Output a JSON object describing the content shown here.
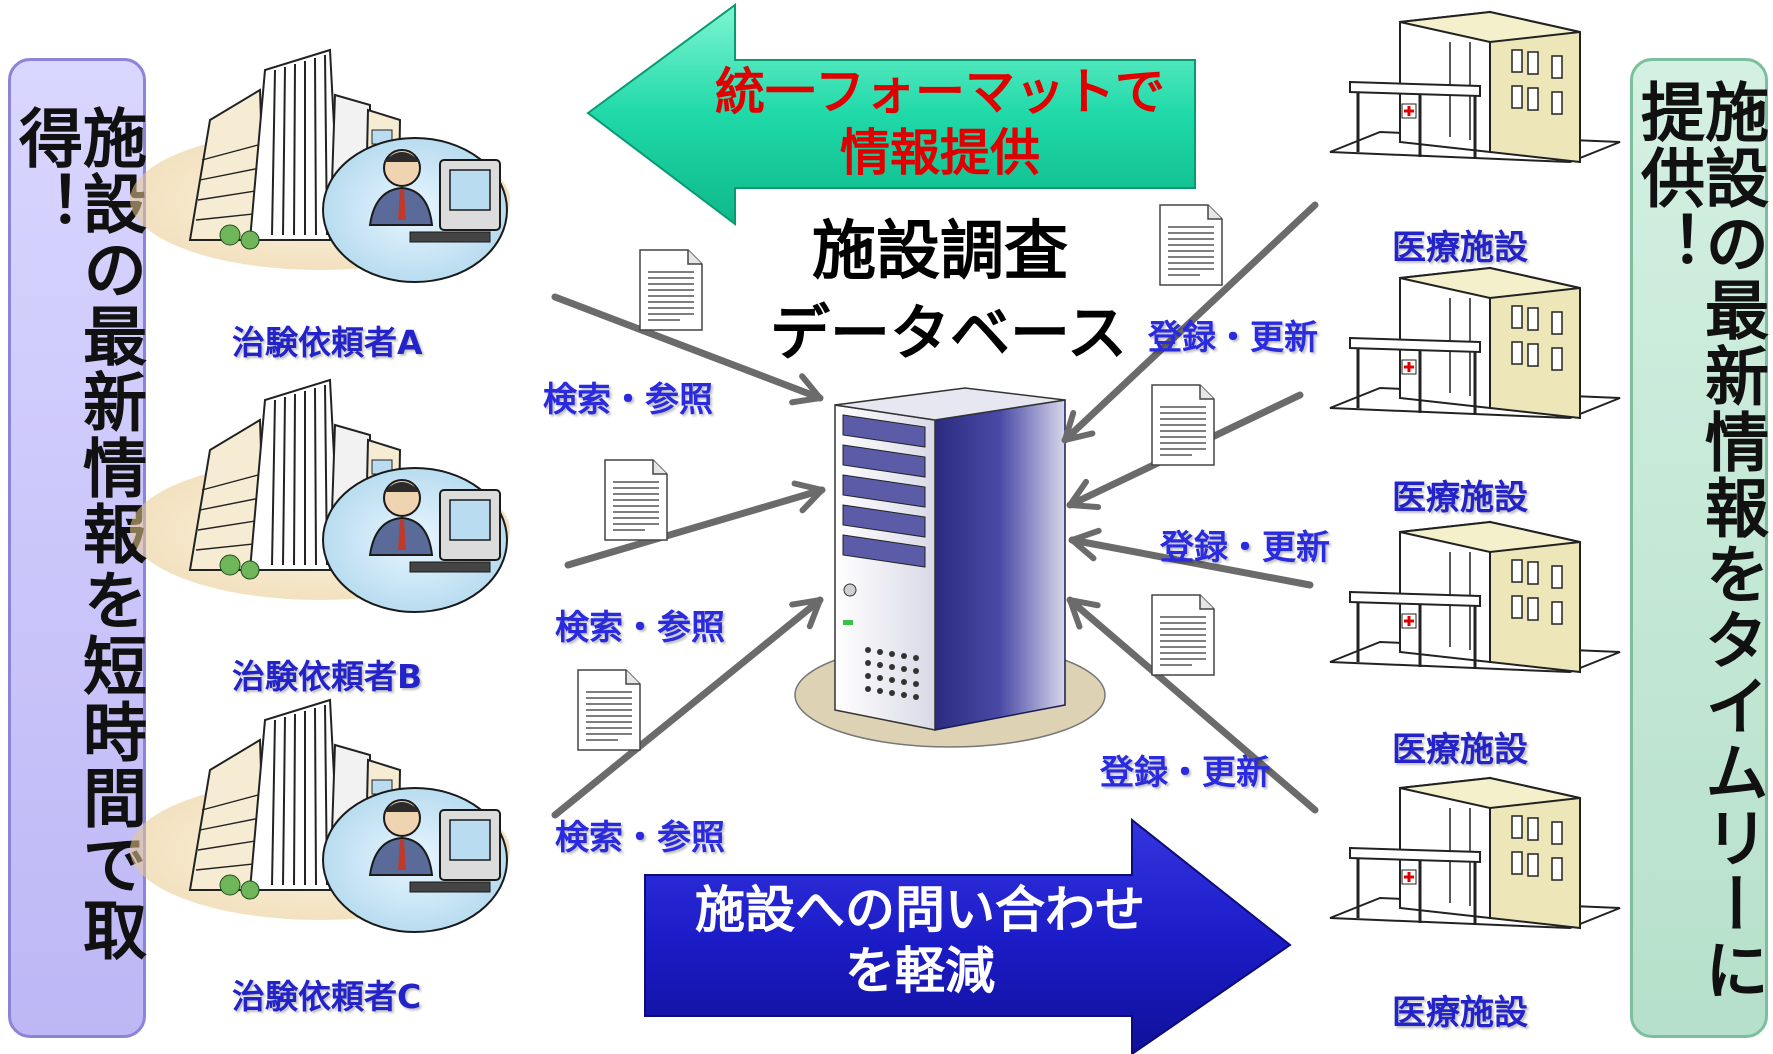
{
  "left_panel": {
    "text": "施設の最新情報を短時間で取得！"
  },
  "right_panel": {
    "text": "施設の最新情報をタイムリーに提供！"
  },
  "top_arrow": {
    "line1": "統一フォーマットで",
    "line2": "情報提供"
  },
  "bottom_arrow": {
    "line1": "施設への問い合わせ",
    "line2": "を軽減"
  },
  "database": {
    "title_line1": "施設調査",
    "title_line2": "データベース"
  },
  "requesters": [
    {
      "label": "治験依頼者A"
    },
    {
      "label": "治験依頼者B"
    },
    {
      "label": "治験依頼者C"
    }
  ],
  "search_labels": [
    "検索・参照",
    "検索・参照",
    "検索・参照"
  ],
  "update_labels": [
    "登録・更新",
    "登録・更新",
    "登録・更新"
  ],
  "facilities": [
    {
      "label": "医療施設"
    },
    {
      "label": "医療施設"
    },
    {
      "label": "医療施設"
    },
    {
      "label": "医療施設"
    }
  ],
  "colors": {
    "top_arrow_fill": "#1fd9a8",
    "top_arrow_text": "#e00000",
    "bottom_arrow_fill": "#1c1cc8",
    "bottom_arrow_text": "#ffffff",
    "label_blue": "#2323c9",
    "connector": "#6b6b6b"
  }
}
